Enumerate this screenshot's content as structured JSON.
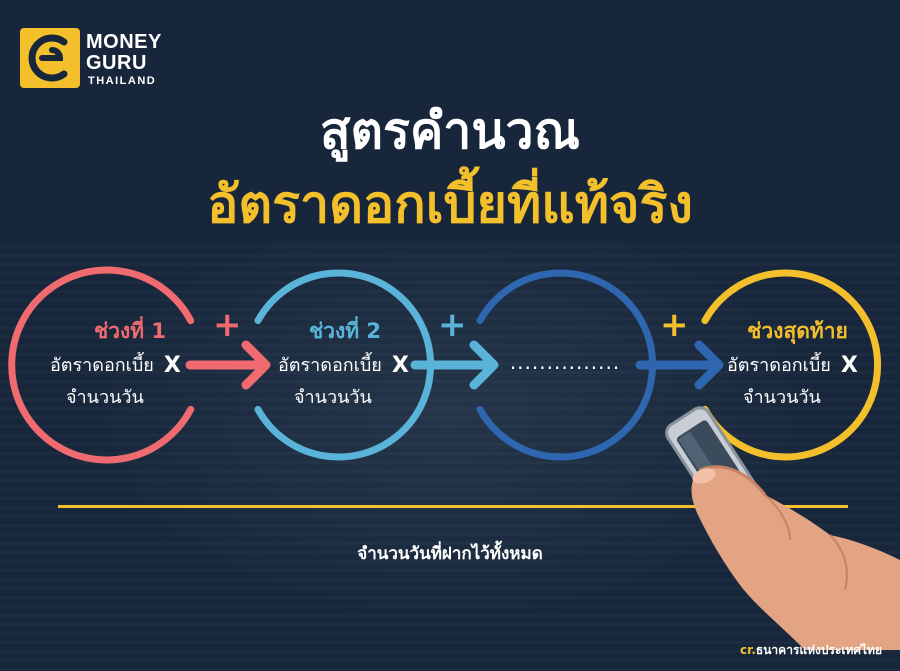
{
  "brand": {
    "line1": "MONEY",
    "line2": "GURU",
    "line3": "THAILAND",
    "colors": {
      "yellow": "#f3c02b",
      "background": "#17263a"
    }
  },
  "title": {
    "line1": "สูตรคำนวณ",
    "line2": "อัตราดอกเบี้ยที่แท้จริง"
  },
  "steps": [
    {
      "title": "ช่วงที่ 1",
      "line1": "อัตราดอกเบี้ย",
      "operator": "X",
      "line2": "จำนวนวัน",
      "color": "#ef6b6f"
    },
    {
      "title": "ช่วงที่ 2",
      "line1": "อัตราดอกเบี้ย",
      "operator": "X",
      "line2": "จำนวนวัน",
      "color": "#5ab3d8"
    },
    {
      "title": "",
      "line1": "...............",
      "operator": "",
      "line2": "",
      "color": "#2e66b0"
    },
    {
      "title": "ช่วงสุดท้าย",
      "line1": "อัตราดอกเบี้ย",
      "operator": "X",
      "line2": "จำนวนวัน",
      "color": "#f3c02b"
    }
  ],
  "plus_signs": [
    "+",
    "+",
    "+"
  ],
  "total_label": "จำนวนวันที่ฝากไว้ทั้งหมด",
  "credit": {
    "prefix": "cr.",
    "source": "ธนาคารแห่งประเทศไทย"
  },
  "icons": [
    "money-guru-logo-icon",
    "arrow-right-icon",
    "smartphone-hand-icon"
  ]
}
